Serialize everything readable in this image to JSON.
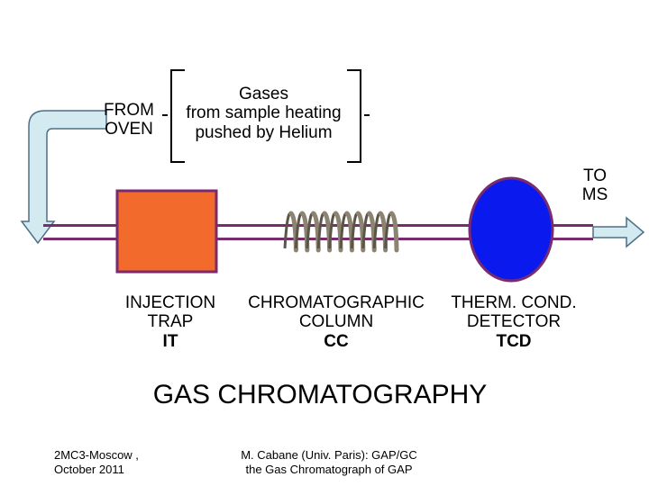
{
  "source": {
    "lines": [
      "FROM",
      "OVEN"
    ]
  },
  "destination": {
    "lines": [
      "TO",
      "MS"
    ]
  },
  "gases_note": {
    "lines": [
      "Gases",
      "from sample heating",
      "pushed by Helium"
    ]
  },
  "components": {
    "trap": {
      "name_lines": [
        "INJECTION",
        "TRAP"
      ],
      "abbr": "IT",
      "color": "#f26b2d"
    },
    "column": {
      "name_lines": [
        "CHROMATOGRAPHIC",
        "COLUMN"
      ],
      "abbr": "CC"
    },
    "detector": {
      "name_lines": [
        "THERM. COND.",
        "DETECTOR"
      ],
      "abbr": "TCD",
      "color": "#0a1aee"
    }
  },
  "title": "GAS CHROMATOGRAPHY",
  "footer": {
    "left": [
      "2MC3-Moscow ,",
      "October 2011"
    ],
    "right": [
      "M. Cabane (Univ. Paris): GAP/GC",
      "the Gas Chromatograph of GAP"
    ]
  },
  "colors": {
    "tube": "#7a2b6e",
    "arrow_fill": "#d2eaf0",
    "arrow_stroke": "#4d6f86",
    "coil": "#8c8470"
  }
}
